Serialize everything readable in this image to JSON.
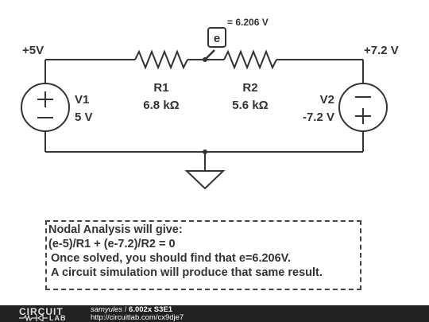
{
  "schematic": {
    "node_probe": {
      "label": "e",
      "value": "= 6.206 V"
    },
    "left_rail_label": "+5V",
    "right_rail_label": "+7.2 V",
    "components": {
      "v1": {
        "name": "V1",
        "value": "5 V"
      },
      "v2": {
        "name": "V2",
        "value": "-7.2 V"
      },
      "r1": {
        "name": "R1",
        "value": "6.8 kΩ"
      },
      "r2": {
        "name": "R2",
        "value": "5.6 kΩ"
      }
    }
  },
  "note": {
    "line1": "Nodal Analysis will give:",
    "line2": "(e-5)/R1 + (e-7.2)/R2 = 0",
    "line3": " Once solved, you should find that e=6.206V.",
    "line4": " A circuit simulation will produce that same result."
  },
  "footer": {
    "logo_top": "CIRCUIT",
    "logo_bottom": "LAB",
    "user": "samyules",
    "separator": " / ",
    "title": "6.002x S3E1",
    "url": "http://circuitlab.com/cx9dje7"
  },
  "colors": {
    "wire": "#333333",
    "footer_bg": "#222222"
  }
}
